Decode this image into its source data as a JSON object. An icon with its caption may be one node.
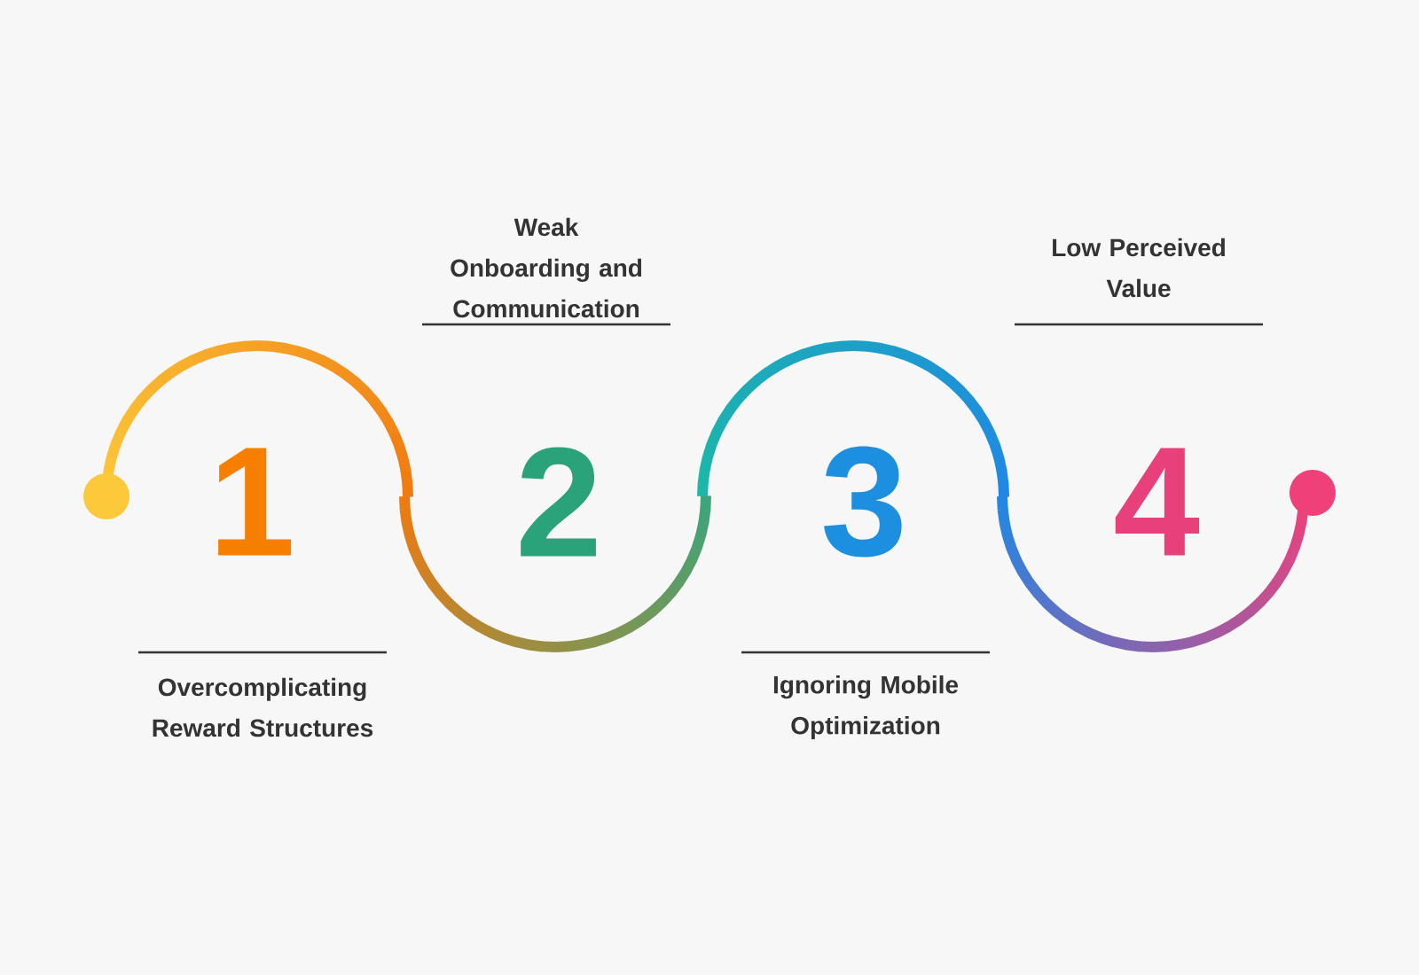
{
  "diagram": {
    "nodes": [
      {
        "text": [
          "1"
        ]
      },
      {
        "text": [
          "2"
        ]
      },
      {
        "text": [
          "3"
        ]
      },
      {
        "text": [
          "4"
        ]
      }
    ],
    "labels": [
      "Weak Onboarding and Communication",
      "Low Perceived Value",
      "Overcomplicating Reward Structures",
      "Ignoring Mobile Optimization"
    ]
  }
}
